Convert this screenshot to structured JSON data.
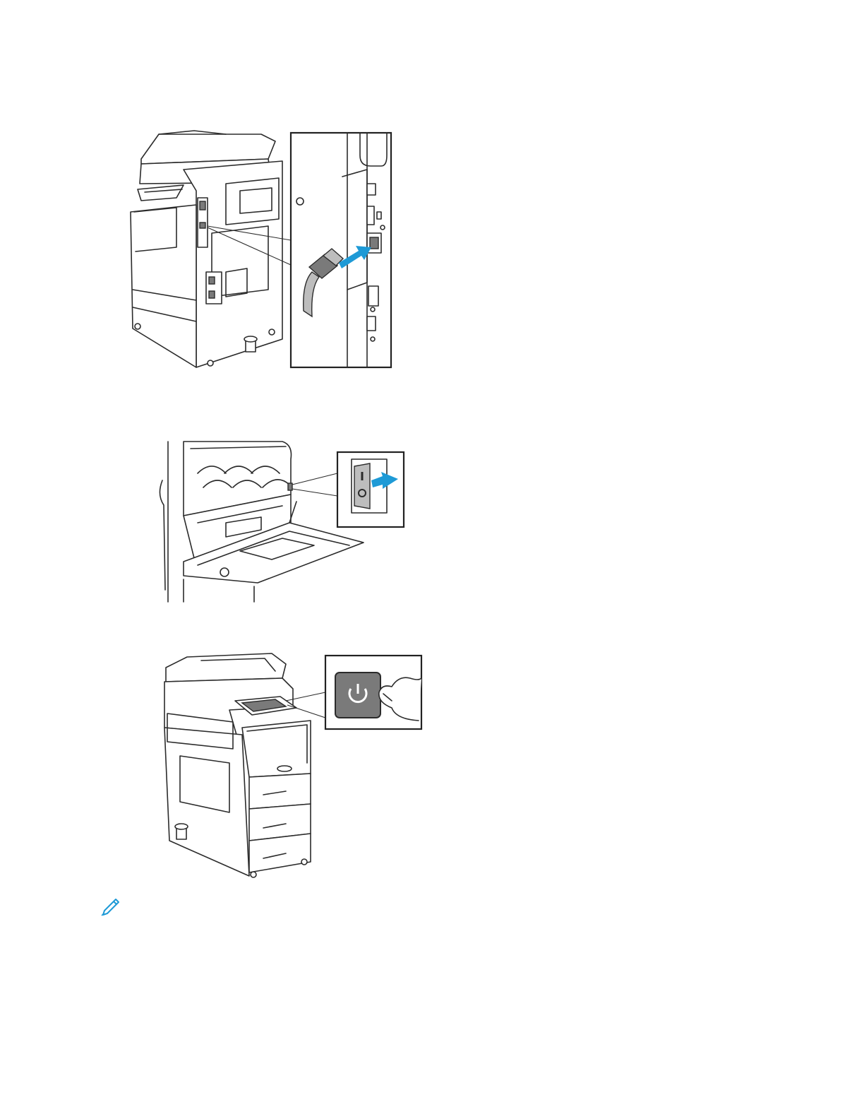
{
  "figures": [
    {
      "name": "ethernet-cable-connection",
      "subject": "rear-panel-ethernet-port-icon"
    },
    {
      "name": "main-power-switch-on",
      "subject": "power-switch-icon"
    },
    {
      "name": "control-panel-power-button",
      "subject": "power-button-icon"
    }
  ],
  "note": {
    "icon": "pencil-note-icon",
    "color": "#1e9ad6"
  },
  "colors": {
    "accent_arrow": "#1e9ad6",
    "line": "#2b2b2b",
    "button": "#7a7a7a"
  }
}
